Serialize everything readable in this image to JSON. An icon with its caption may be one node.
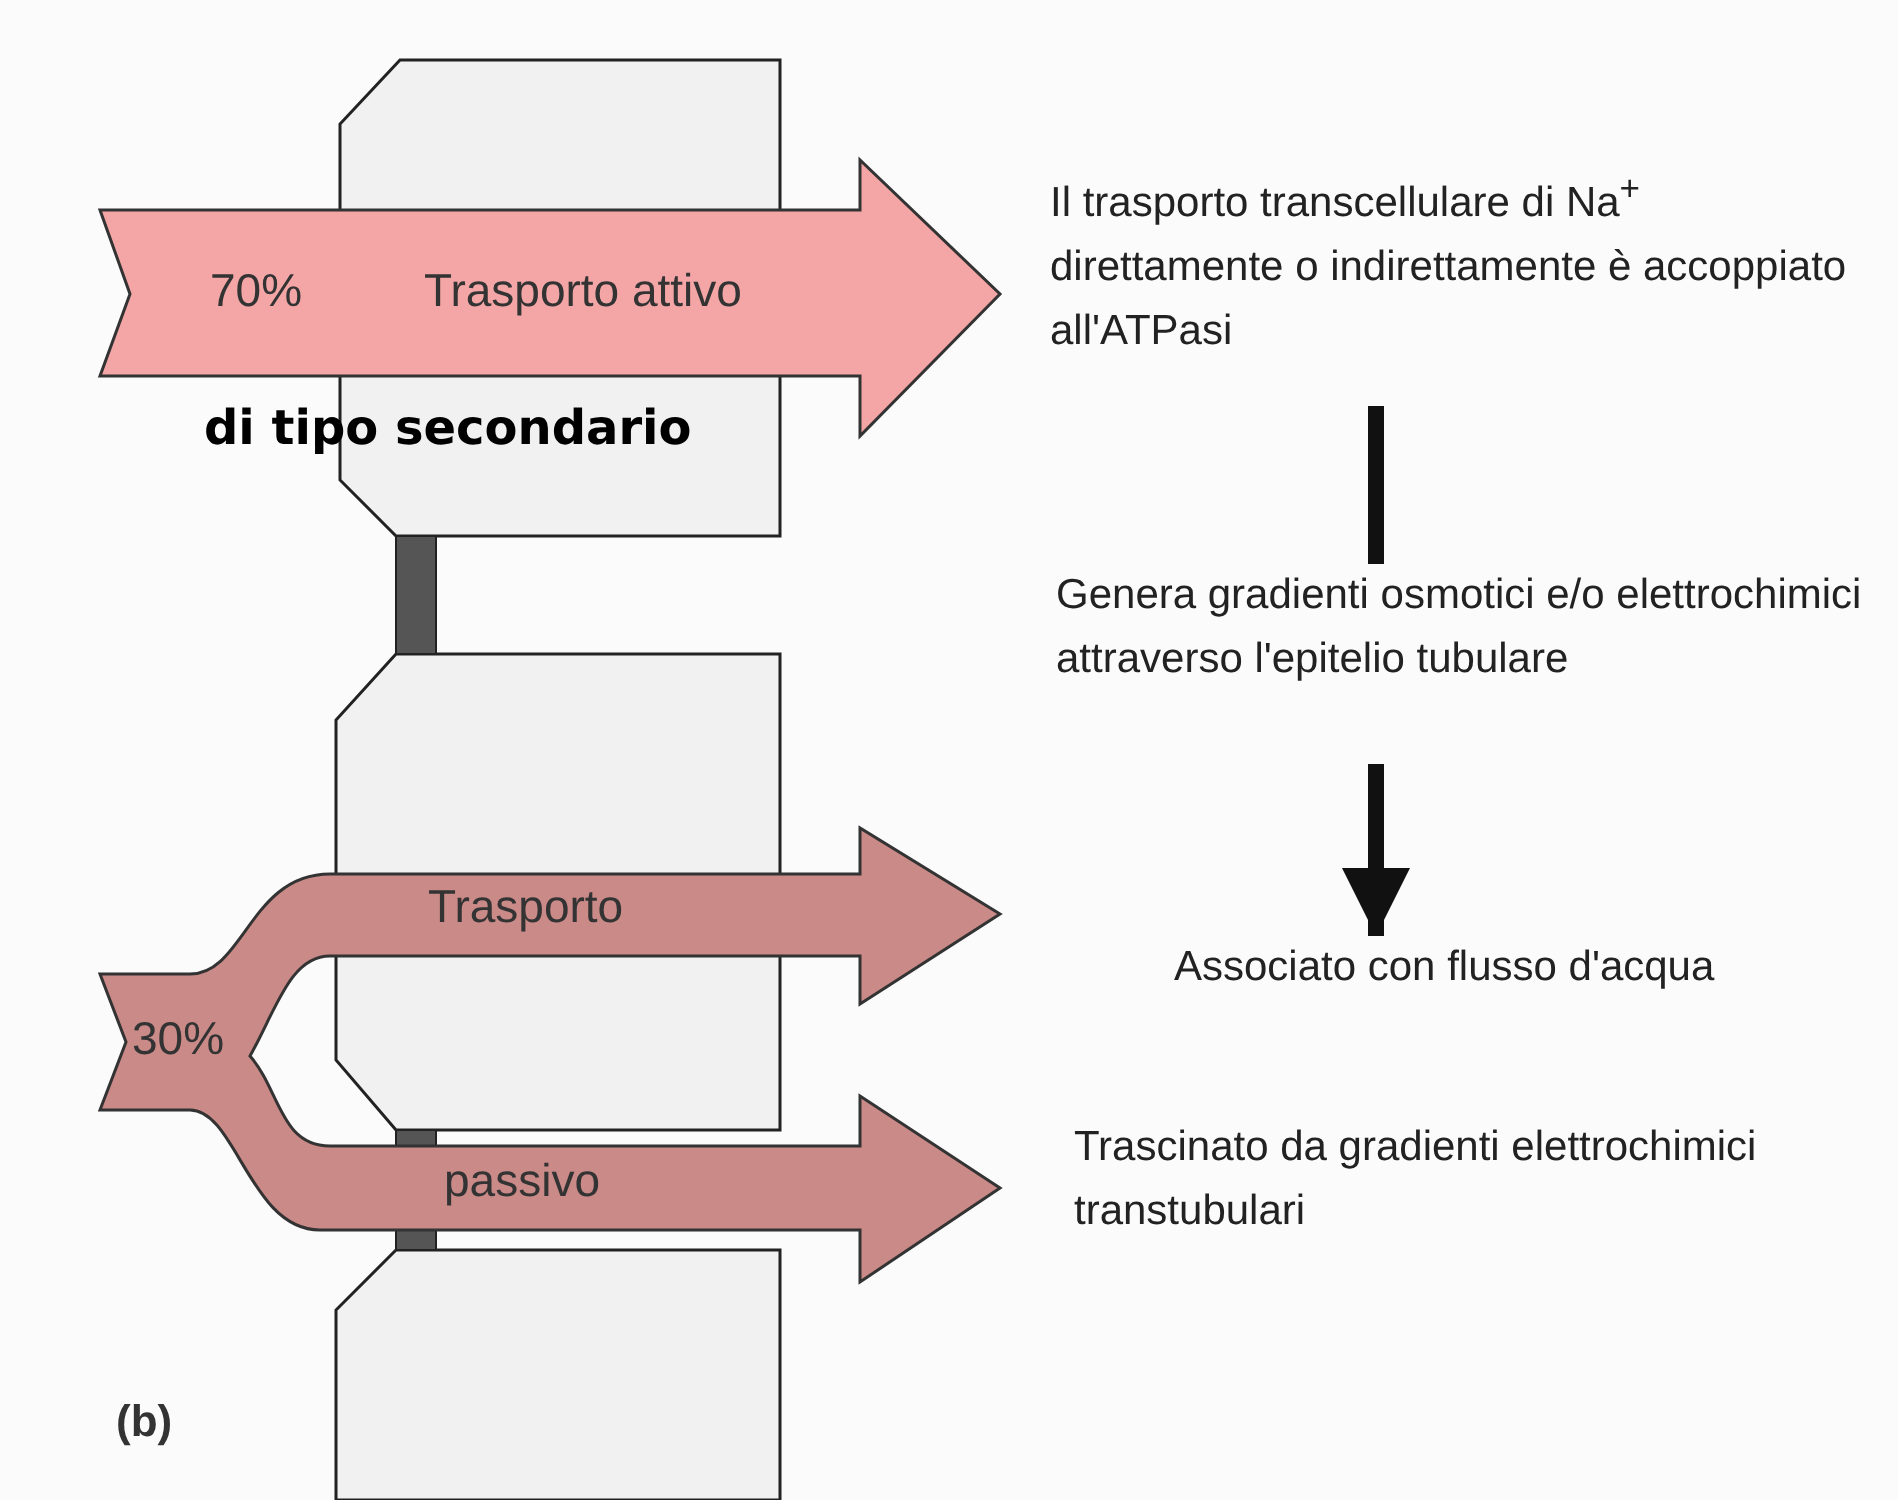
{
  "diagram": {
    "nodes": [
      {
        "text": [
          "70%",
          "Trasporto attivo"
        ],
        "beside": [
          "di tipo secondario"
        ]
      },
      {
        "text": [
          "Il trasporto transcellulare di Na$^{+}$ direttamente o indirettamente è accoppiato all'ATPasi"
        ]
      },
      {
        "text": [
          "Genera gradienti osmotici e/o elettrochimici attraverso l'epitelio tubulare"
        ]
      },
      {
        "text": [
          "30%",
          "Trasporto",
          "passivo"
        ]
      },
      {
        "text": [
          "Associato con flusso d'acqua"
        ]
      },
      {
        "text": [
          "Trascinato da gradienti elettrochimici transtubulari"
        ]
      }
    ],
    "edges": [
      {
        "from": 1,
        "to": 2,
        "arrow": "none"
      },
      {
        "from": 2,
        "to": 4,
        "arrow": "to"
      }
    ],
    "labels": [
      "(b)"
    ]
  }
}
